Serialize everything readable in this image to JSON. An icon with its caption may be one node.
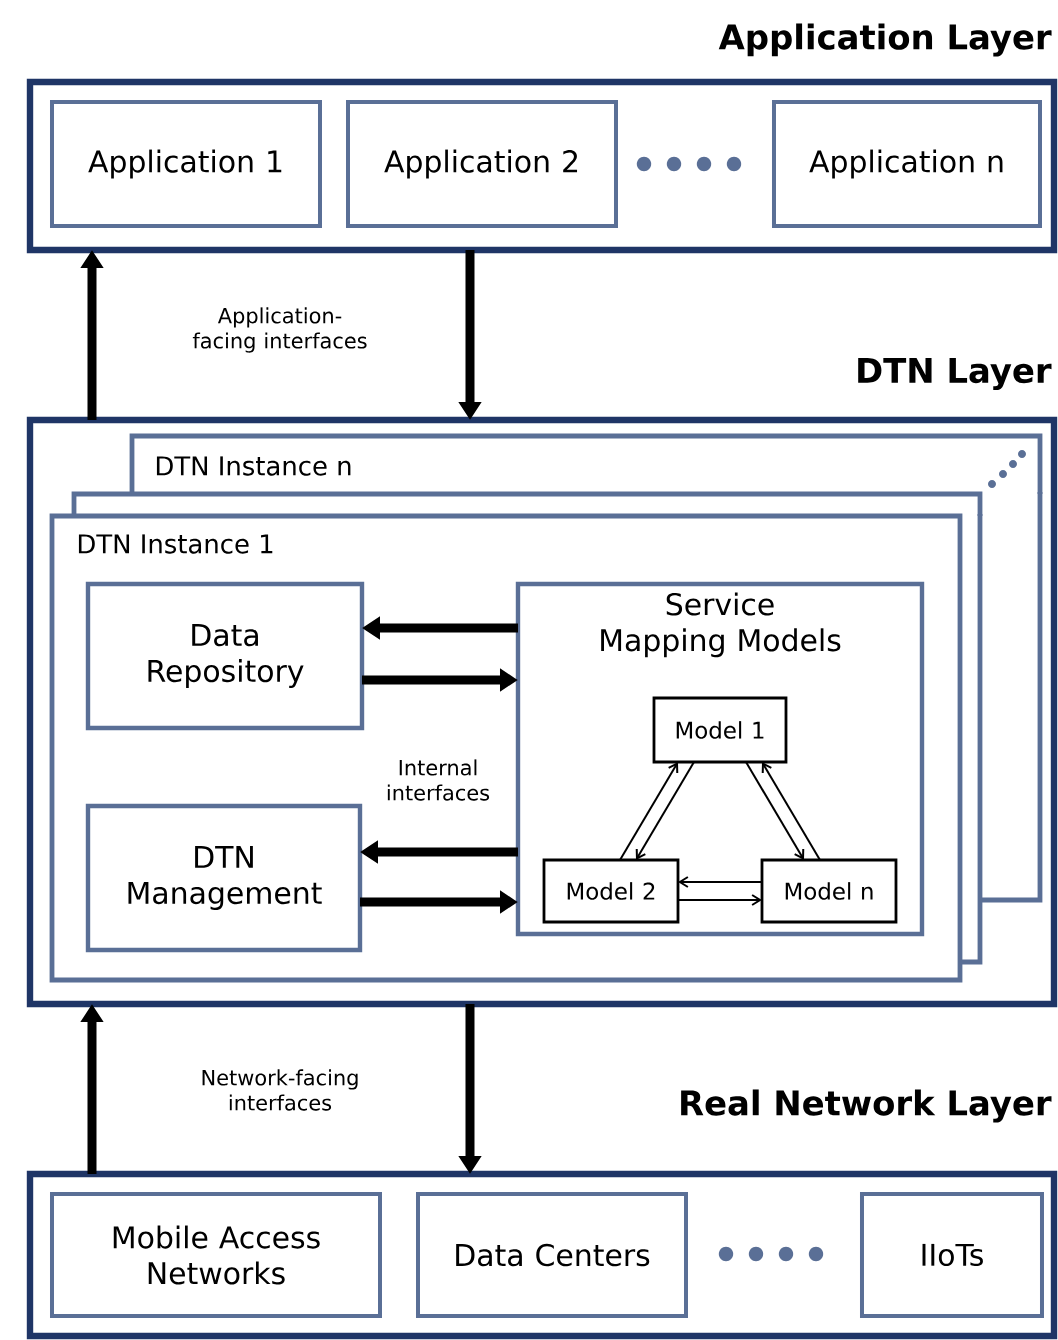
{
  "diagram": {
    "nodes": [
      {
        "text": [
          "Application Layer"
        ]
      },
      {
        "text": [
          "Application 1"
        ],
        "in": 0
      },
      {
        "text": [
          "Application 2"
        ],
        "in": 0
      },
      {
        "text": [
          "Application n"
        ],
        "in": 0
      },
      {
        "text": [
          "DTN Layer"
        ]
      },
      {
        "text": [
          "DTN Instance n"
        ],
        "in": 4
      },
      {
        "text": [],
        "shape": "box",
        "in": 4
      },
      {
        "text": [
          "DTN Instance 1"
        ],
        "in": 4
      },
      {
        "text": [
          "Data Repository"
        ],
        "in": 7
      },
      {
        "text": [
          "DTN Management"
        ],
        "in": 7
      },
      {
        "text": [
          "Service Mapping Models"
        ],
        "in": 7
      },
      {
        "text": [
          "Model 1"
        ],
        "in": 10
      },
      {
        "text": [
          "Model 2"
        ],
        "in": 10
      },
      {
        "text": [
          "Model n"
        ],
        "in": 10
      },
      {
        "text": [
          "Real Network Layer"
        ]
      },
      {
        "text": [
          "Mobile Access Networks"
        ],
        "in": 14
      },
      {
        "text": [
          "Data Centers"
        ],
        "in": 14
      },
      {
        "text": [
          "IIoTs"
        ],
        "in": 14
      }
    ],
    "edges": [
      {
        "from": 4,
        "to": 0,
        "arrow": "to"
      },
      {
        "from": 0,
        "to": 4,
        "arrow": "to"
      },
      {
        "from": 10,
        "to": 8,
        "arrow": "to"
      },
      {
        "from": 8,
        "to": 10,
        "arrow": "to"
      },
      {
        "from": 10,
        "to": 9,
        "arrow": "to"
      },
      {
        "from": 9,
        "to": 10,
        "arrow": "to"
      },
      {
        "from": 12,
        "to": 11,
        "arrow": "to"
      },
      {
        "from": 11,
        "to": 12,
        "arrow": "to"
      },
      {
        "from": 11,
        "to": 13,
        "arrow": "to"
      },
      {
        "from": 13,
        "to": 11,
        "arrow": "to"
      },
      {
        "from": 13,
        "to": 12,
        "arrow": "to"
      },
      {
        "from": 12,
        "to": 13,
        "arrow": "to"
      },
      {
        "from": 14,
        "to": 4,
        "arrow": "to"
      },
      {
        "from": 4,
        "to": 14,
        "arrow": "to"
      }
    ],
    "labels": [
      "Application-facing interfaces",
      "Internal interfaces",
      "Network-facing interfaces"
    ]
  }
}
